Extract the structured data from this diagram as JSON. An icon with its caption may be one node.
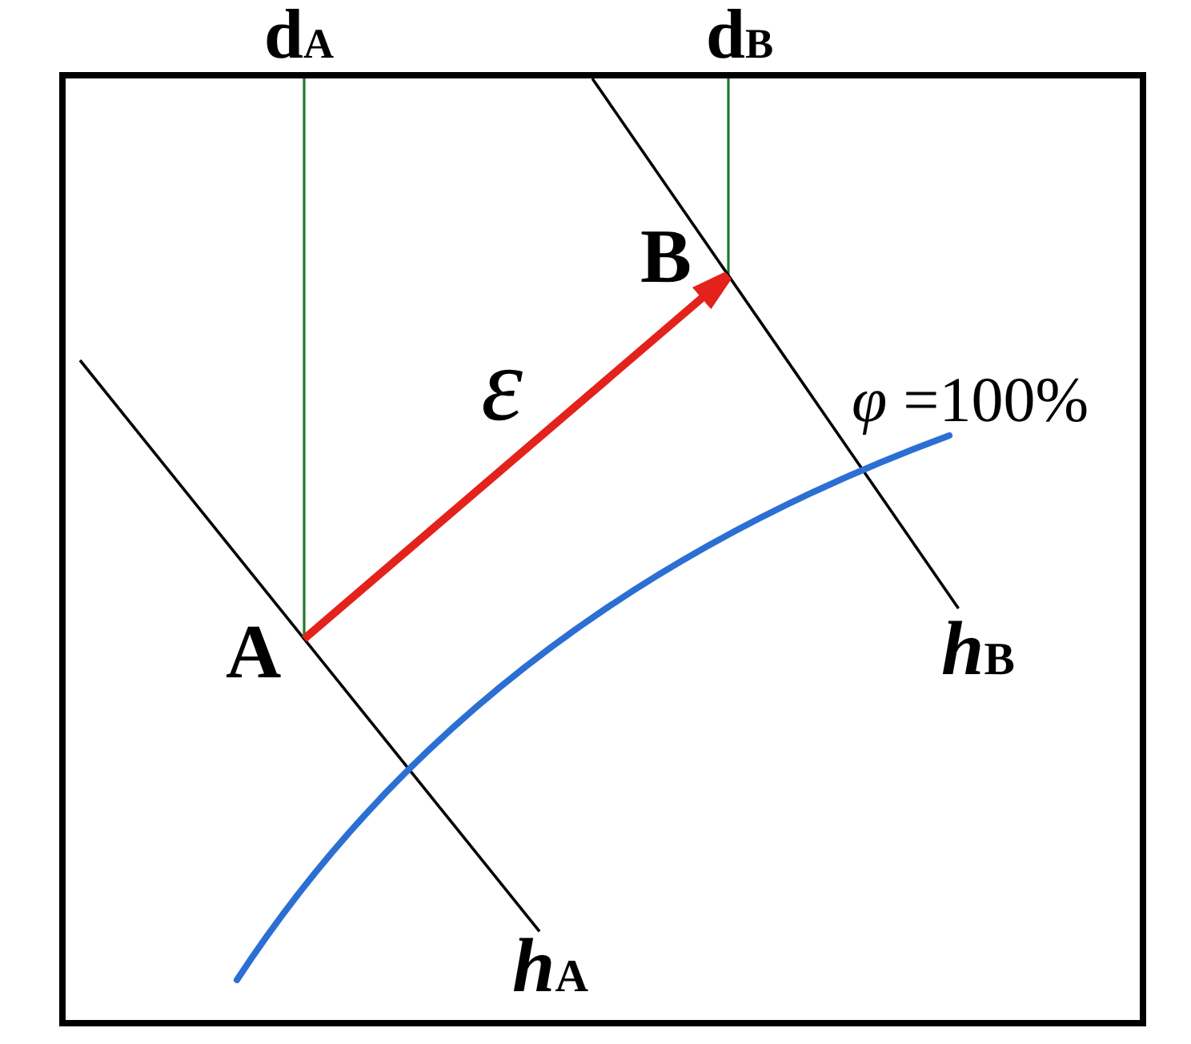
{
  "diagram": {
    "nodes": [
      {
        "text": [
          "B"
        ]
      },
      {
        "text": [
          "A"
        ]
      }
    ],
    "edges": [
      {
        "from": 1,
        "to": 0,
        "arrow": "to",
        "label": "ε",
        "color": "#e3221b"
      }
    ],
    "labels": [
      "d$_{A}$",
      "d$_{B}$",
      "*φ* =100%",
      "*h*$_{B}$",
      "*h*$_{A}$"
    ]
  }
}
